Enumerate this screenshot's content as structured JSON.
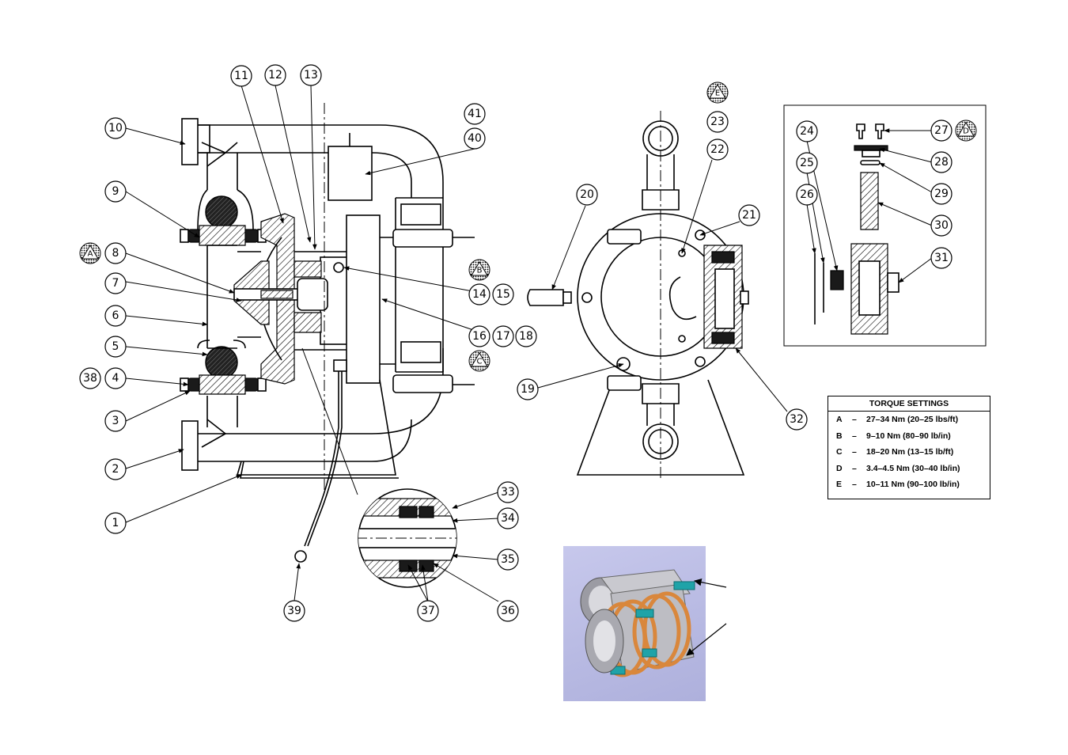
{
  "balloons": {
    "b1": "1",
    "b2": "2",
    "b3": "3",
    "b4": "4",
    "b5": "5",
    "b6": "6",
    "b7": "7",
    "b8": "8",
    "b9": "9",
    "b10": "10",
    "b11": "11",
    "b12": "12",
    "b13": "13",
    "b14": "14",
    "b15": "15",
    "b16": "16",
    "b17": "17",
    "b18": "18",
    "b19": "19",
    "b20": "20",
    "b21": "21",
    "b22": "22",
    "b23": "23",
    "b24": "24",
    "b25": "25",
    "b26": "26",
    "b27": "27",
    "b28": "28",
    "b29": "29",
    "b30": "30",
    "b31": "31",
    "b32": "32",
    "b33": "33",
    "b34": "34",
    "b35": "35",
    "b36": "36",
    "b37": "37",
    "b38": "38",
    "b39": "39",
    "b40": "40",
    "b41": "41"
  },
  "torque_symbols": {
    "a": "A",
    "b": "B",
    "c": "C",
    "d": "D",
    "e": "E"
  },
  "torque_table": {
    "title": "TORQUE SETTINGS",
    "rows": [
      {
        "key": "A",
        "dash": "–",
        "value": "27–34 Nm (20–25 lbs/ft)"
      },
      {
        "key": "B",
        "dash": "–",
        "value": "9–10 Nm (80–90 lb/in)"
      },
      {
        "key": "C",
        "dash": "–",
        "value": "18–20 Nm (13–15 lb/ft)"
      },
      {
        "key": "D",
        "dash": "–",
        "value": "3.4–4.5 Nm (30–40 lb/in)"
      },
      {
        "key": "E",
        "dash": "–",
        "value": "10–11 Nm (90–100 lb/in)"
      }
    ]
  },
  "colors": {
    "line": "#000000",
    "photo_bg": "#b9bbe3",
    "seal_teal": "#1fa3a8",
    "spring_copper": "#d9873c",
    "housing_grey": "#bdbdc3"
  }
}
